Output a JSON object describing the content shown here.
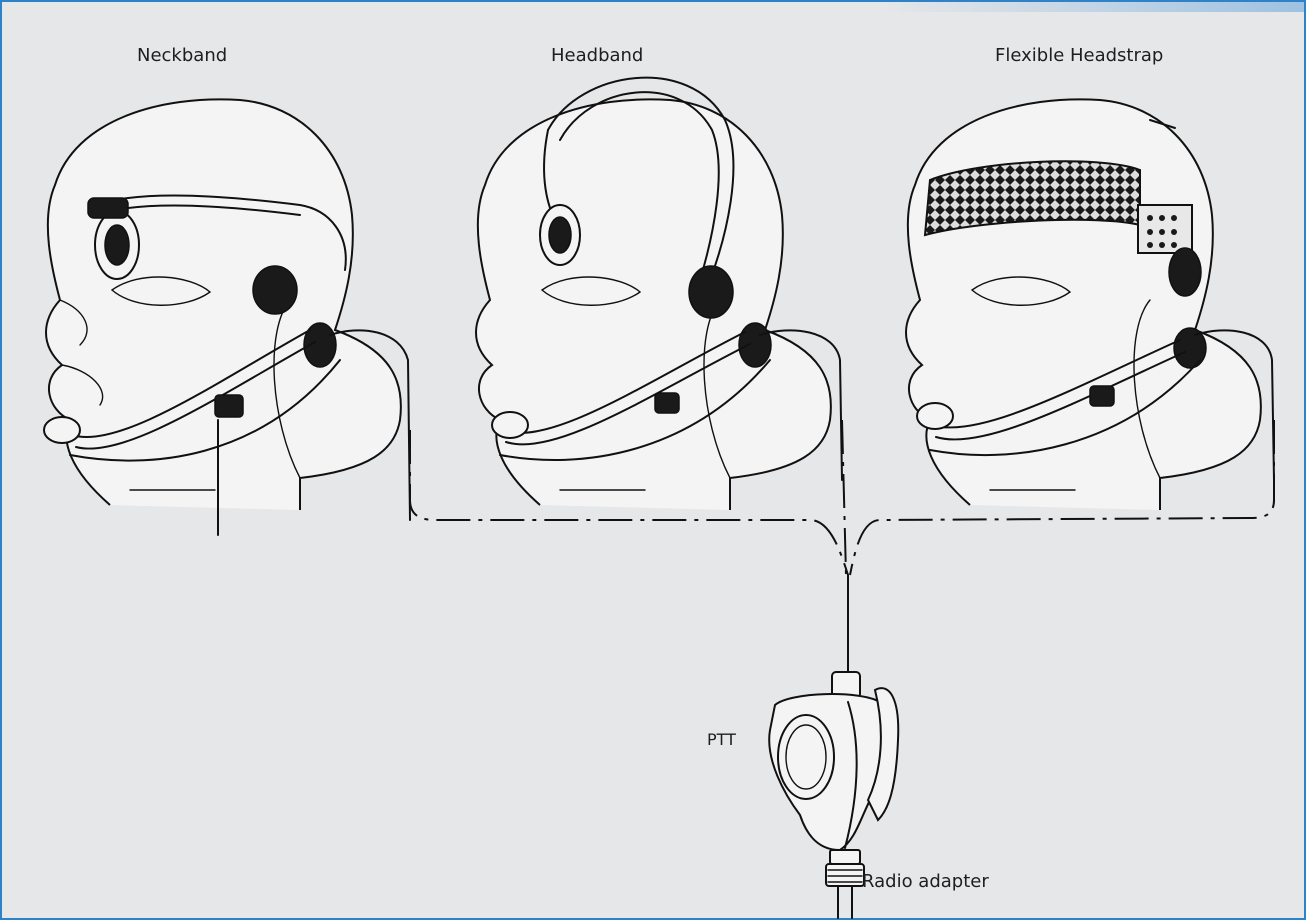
{
  "labels": {
    "neckband": "Neckband",
    "headband": "Headband",
    "flexible_headstrap": "Flexible Headstrap",
    "ptt": "PTT",
    "radio_adapter": "Radio adapter"
  }
}
